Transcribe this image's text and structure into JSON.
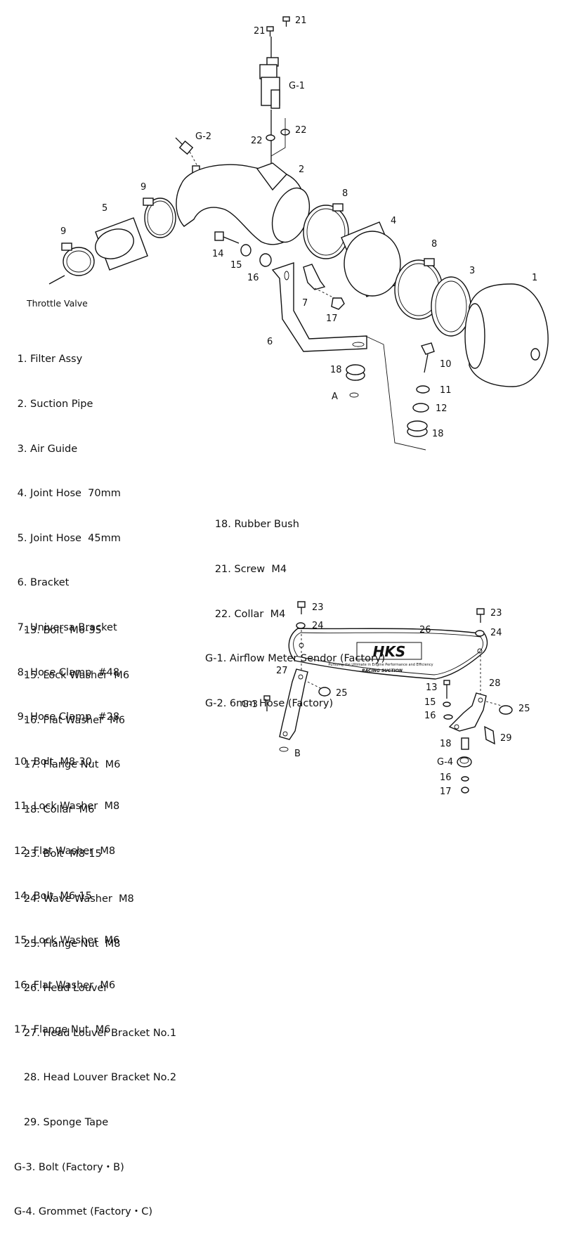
{
  "upper_callouts": {
    "c21a": "21",
    "c21b": "21",
    "g1": "G-1",
    "c22a": "22",
    "c22b": "22",
    "g2": "G-2",
    "c2": "2",
    "c9a": "9",
    "c5": "5",
    "c8a": "8",
    "c4": "4",
    "c9b": "9",
    "c14": "14",
    "c15": "15",
    "c16": "16",
    "c8b": "8",
    "c3": "3",
    "c1": "1",
    "c7": "7",
    "c17": "17",
    "c6": "6",
    "c10": "10",
    "c18a": "18",
    "cA": "A",
    "c11": "11",
    "c12": "12",
    "c18b": "18",
    "throttle": "Throttle Valve"
  },
  "parts_list_1": [
    " 1. Filter Assy",
    " 2. Suction Pipe",
    " 3. Air Guide",
    " 4. Joint Hose  70mm",
    " 5. Joint Hose  45mm",
    " 6. Bracket",
    " 7. Universa Bracket",
    " 8. Hose Clamp  #48",
    " 9. Hose Clamp  #28",
    "10. Bolt  M8-30",
    "11. Lock Washer  M8",
    "12. Flat Washer  M8",
    "14. Bolt  M6-15",
    "15. Lock Washer  M6",
    "16. Flat Washer  M6",
    "17. Flange Nut  M6"
  ],
  "parts_list_2": [
    "   18. Rubber Bush",
    "   21. Screw  M4",
    "   22. Collar  M4",
    "G-1. Airflow Meter Sendor (Factory)",
    "G-2. 6mm Hose (Factory)"
  ],
  "lower_callouts": {
    "c23a": "23",
    "c24a": "24",
    "c26": "26",
    "c23b": "23",
    "c24b": "24",
    "c27": "27",
    "c25a": "25",
    "g3": "G-3",
    "cB": "B",
    "c13": "13",
    "c28": "28",
    "c15": "15",
    "c25b": "25",
    "c16a": "16",
    "c29": "29",
    "c18": "18",
    "g4": "G-4",
    "c16b": "16",
    "c17": "17"
  },
  "louver": {
    "logo": "HKS",
    "slogan": "Pursuing the Ultimate in Engine Performance and Efficiency",
    "product": "RACING SUCTION"
  },
  "parts_list_3": [
    "   13. Bolt  M6-35",
    "   15. Lock Washer  M6",
    "   16. Flat Washer  M6",
    "   17. Flange Nut  M6",
    "   18. Collar  M6",
    "   23. Bolt  M8-15",
    "   24. Wave Washer  M8",
    "   25. Flange Nut  M8",
    "   26. Head Louver",
    "   27. Head Louver Bracket No.1",
    "   28. Head Louver Bracket No.2",
    "   29. Sponge Tape",
    "G-3. Bolt (Factory・B)",
    "G-4. Grommet (Factory・C)"
  ]
}
